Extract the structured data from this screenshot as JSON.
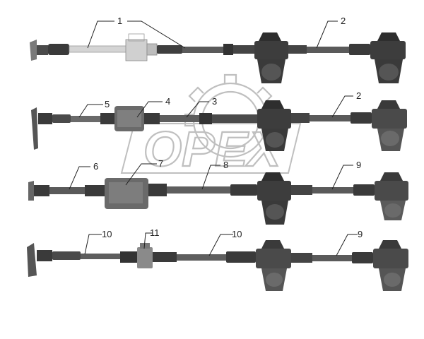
{
  "diagram": {
    "labels": [
      "1",
      "2",
      "5",
      "4",
      "3",
      "2",
      "6",
      "7",
      "8",
      "9",
      "10",
      "11",
      "10",
      "9"
    ]
  },
  "watermark": {
    "text": "OPEX"
  },
  "colors": {
    "shaft": "#555555",
    "housing": "#3d3d3d",
    "light_part": "#c9c9c9",
    "watermark": "#b9b9b9",
    "leader": "#222222"
  }
}
